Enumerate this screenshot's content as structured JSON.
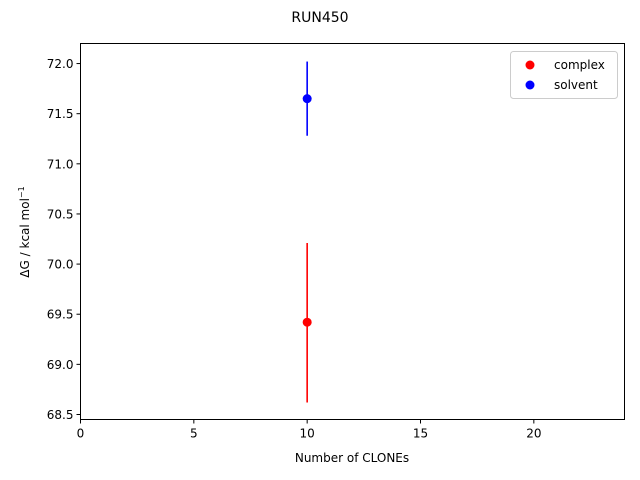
{
  "chart_data": {
    "type": "scatter",
    "title": "RUN450",
    "xlabel": "Number of CLONEs",
    "ylabel_main": "ΔG / kcal mol",
    "ylabel_sup": "−1",
    "xlim": [
      0,
      24
    ],
    "ylim": [
      68.45,
      72.2
    ],
    "xticks": [
      0,
      5,
      10,
      15,
      20
    ],
    "xtick_labels": [
      "0",
      "5",
      "10",
      "15",
      "20"
    ],
    "yticks": [
      68.5,
      69.0,
      69.5,
      70.0,
      70.5,
      71.0,
      71.5,
      72.0
    ],
    "ytick_labels": [
      "68.5",
      "69.0",
      "69.5",
      "70.0",
      "70.5",
      "71.0",
      "71.5",
      "72.0"
    ],
    "grid": false,
    "legend_position": "top-right",
    "series": [
      {
        "name": "complex",
        "color": "#ff0000",
        "x": [
          10
        ],
        "y": [
          69.42
        ],
        "yerr_low": [
          68.62
        ],
        "yerr_high": [
          70.21
        ]
      },
      {
        "name": "solvent",
        "color": "#0000ff",
        "x": [
          10
        ],
        "y": [
          71.65
        ],
        "yerr_low": [
          71.28
        ],
        "yerr_high": [
          72.02
        ]
      }
    ]
  }
}
